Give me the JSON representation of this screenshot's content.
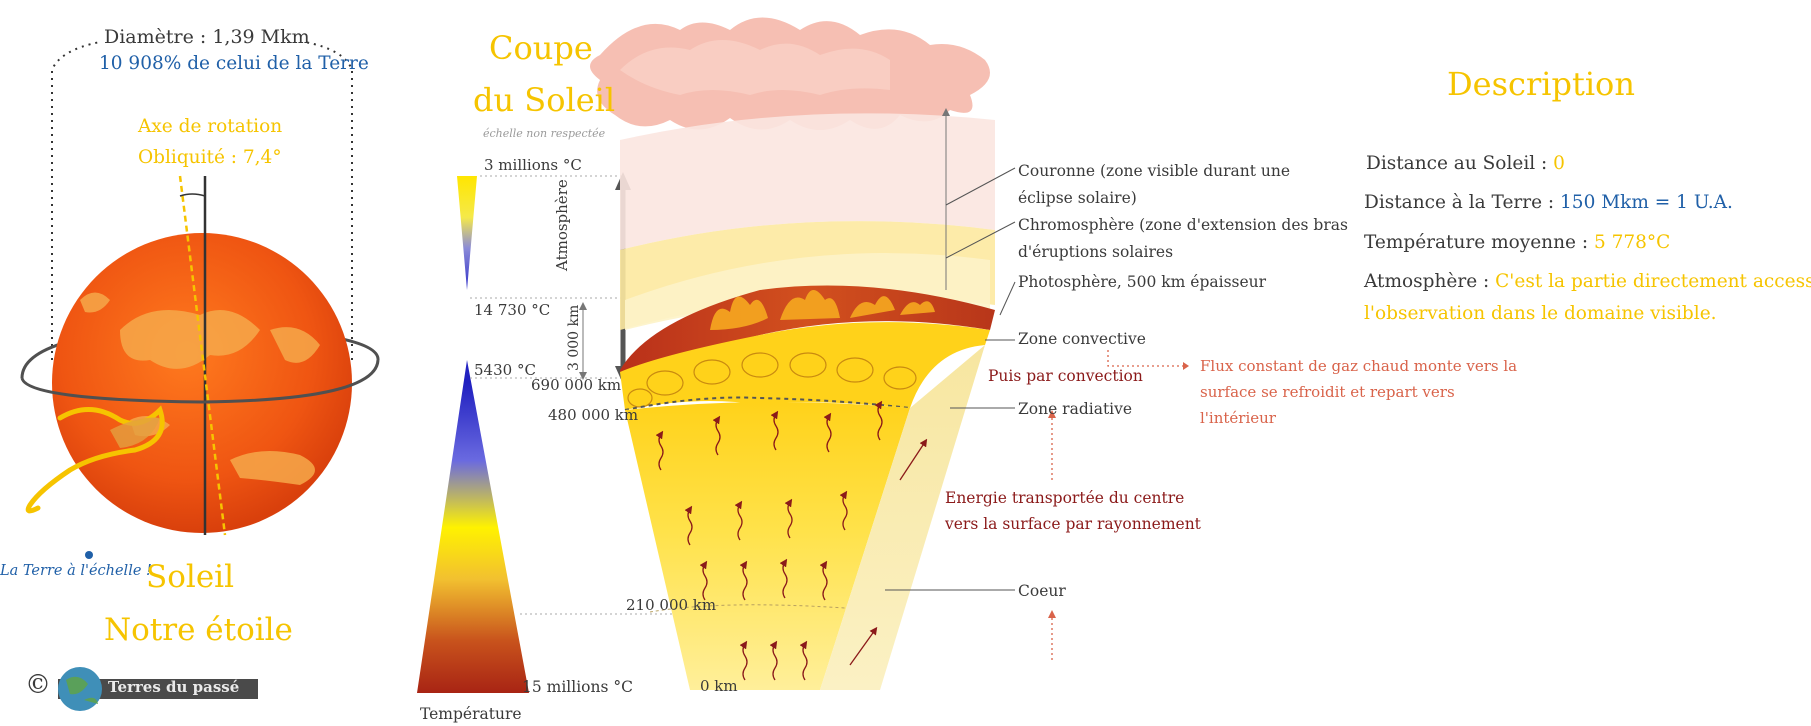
{
  "colors": {
    "gold": "#f6c400",
    "blue": "#2060a8",
    "dark_red": "#8b1a1a",
    "light_red": "#d9634a",
    "sun_orange": "#ef5a14",
    "text": "#3a3a3a"
  },
  "sun_view": {
    "diameter_label": "Diamètre : 1,39 Mkm",
    "diameter_ratio": "10 908% de celui de la Terre",
    "axis_label": "Axe de rotation",
    "obliquity_label": "Obliquité : 7,4°",
    "earth_scale": "La Terre à l'échelle !",
    "name": "Soleil",
    "subtitle": "Notre étoile",
    "copyright_symbol": "©",
    "brand": "Terres du passé"
  },
  "section": {
    "title_line1": "Coupe",
    "title_line2": "du Soleil",
    "scale_note": "échelle non respectée",
    "temperature_caption": "Température",
    "temp_top": "3 millions °C",
    "temp_mid": "14 730 °C",
    "temp_surface": "5430 °C",
    "temp_core": "15 millions °C",
    "atmosphere_label": "Atmosphère",
    "thickness_label": "3 000 km",
    "radius_690": "690 000 km",
    "radius_480": "480 000 km",
    "radius_210": "210 000 km",
    "radius_0": "0 km"
  },
  "layers": {
    "corona_line1": "Couronne  (zone visible durant une",
    "corona_line2": "éclipse solaire)",
    "chromo_line1": "Chromosphère (zone d'extension des bras",
    "chromo_line2": "d'éruptions solaires",
    "photosphere": "Photosphère, 500 km épaisseur",
    "convective": "Zone convective",
    "radiative": "Zone radiative",
    "core": "Coeur",
    "convection_note": "Puis par convection",
    "energy_line1": "Energie transportée du centre",
    "energy_line2": "vers la surface par rayonnement",
    "flux_line1": "Flux constant de gaz chaud monte vers la",
    "flux_line2": "surface se refroidit et repart vers",
    "flux_line3": "l'intérieur"
  },
  "description": {
    "title": "Description",
    "distance_sun_label": "Distance au Soleil : ",
    "distance_sun_value": "0",
    "distance_earth_label": "Distance à la Terre : ",
    "distance_earth_value": "150 Mkm = 1 U.A.",
    "temperature_label": "Température moyenne : ",
    "temperature_value": "5 778°C",
    "atmosphere_label": "Atmosphère : ",
    "atmosphere_value_line1": "C'est la partie directement accessible à",
    "atmosphere_value_line2": "l'observation dans le domaine visible."
  }
}
